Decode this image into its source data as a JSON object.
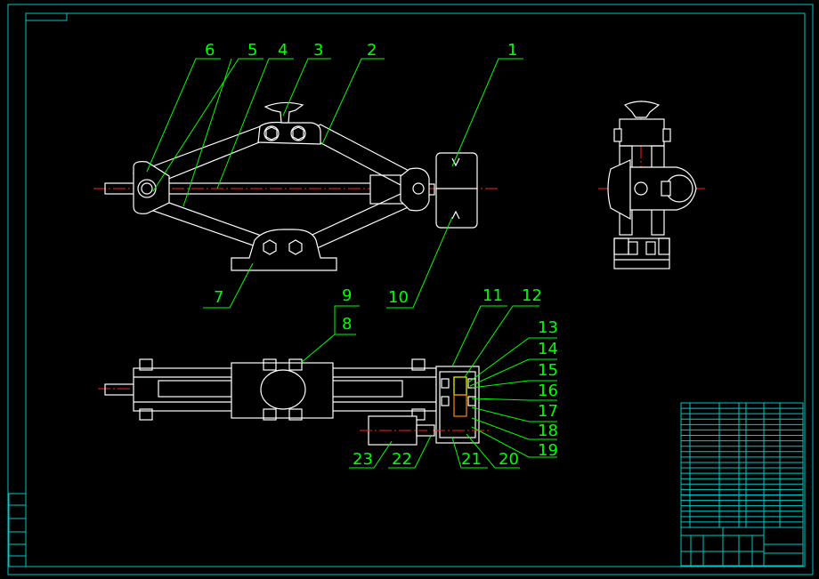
{
  "drawing": {
    "front_view_labels": [
      "1",
      "2",
      "3",
      "4",
      "5",
      "6",
      "7",
      "10"
    ],
    "section_view_labels": [
      "8",
      "9",
      "11",
      "12",
      "13",
      "14",
      "15",
      "16",
      "17",
      "18",
      "19",
      "20",
      "21",
      "22",
      "23"
    ]
  },
  "colors": {
    "background": "#000000",
    "frame": "#00c8c8",
    "outline": "#ffffff",
    "leader": "#00ff00",
    "centerline": "#ff2020"
  }
}
